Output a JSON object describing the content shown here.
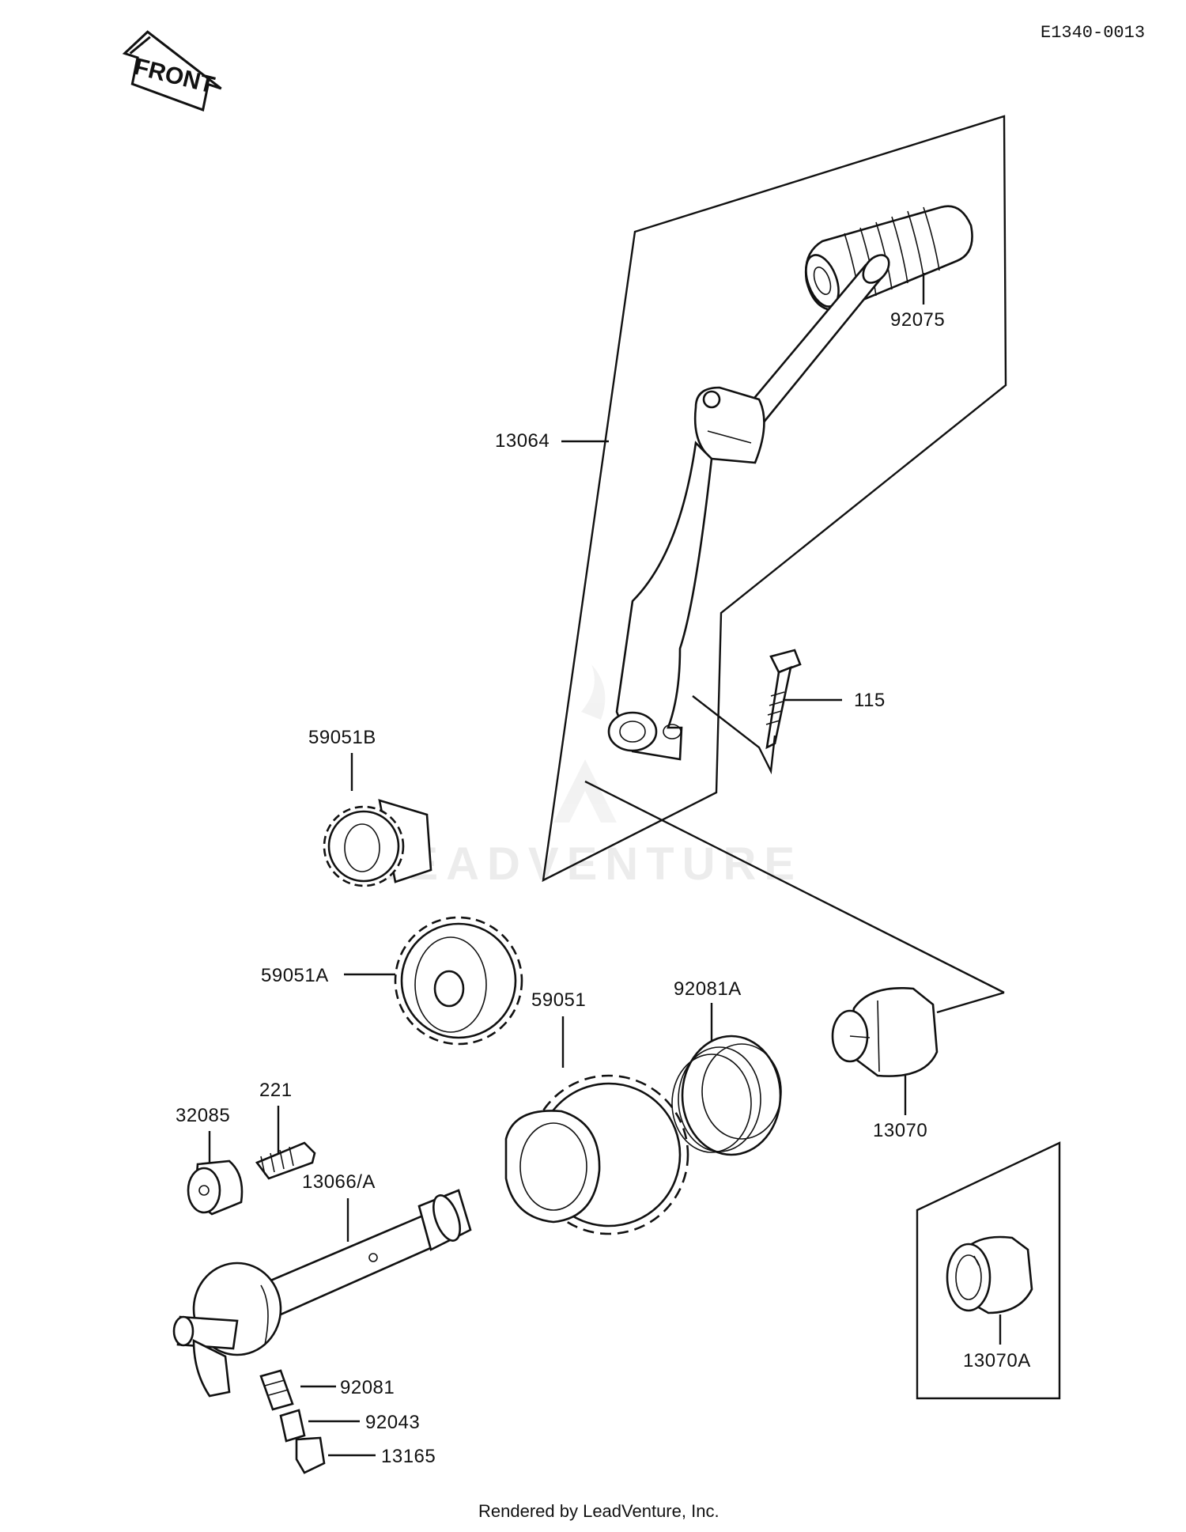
{
  "diagram": {
    "reference_code": "E1340-0013",
    "front_marker": "FRONT",
    "watermark": "LEADVENTURE",
    "footer": "Rendered by LeadVenture, Inc.",
    "part_labels": {
      "p92075": "92075",
      "p13064": "13064",
      "p115": "115",
      "p59051B": "59051B",
      "p59051A": "59051A",
      "p59051": "59051",
      "p92081A": "92081A",
      "p13070": "13070",
      "p221": "221",
      "p32085": "32085",
      "p13066A": "13066/A",
      "p92081": "92081",
      "p92043": "92043",
      "p13165": "13165",
      "p13070A": "13070A"
    }
  }
}
